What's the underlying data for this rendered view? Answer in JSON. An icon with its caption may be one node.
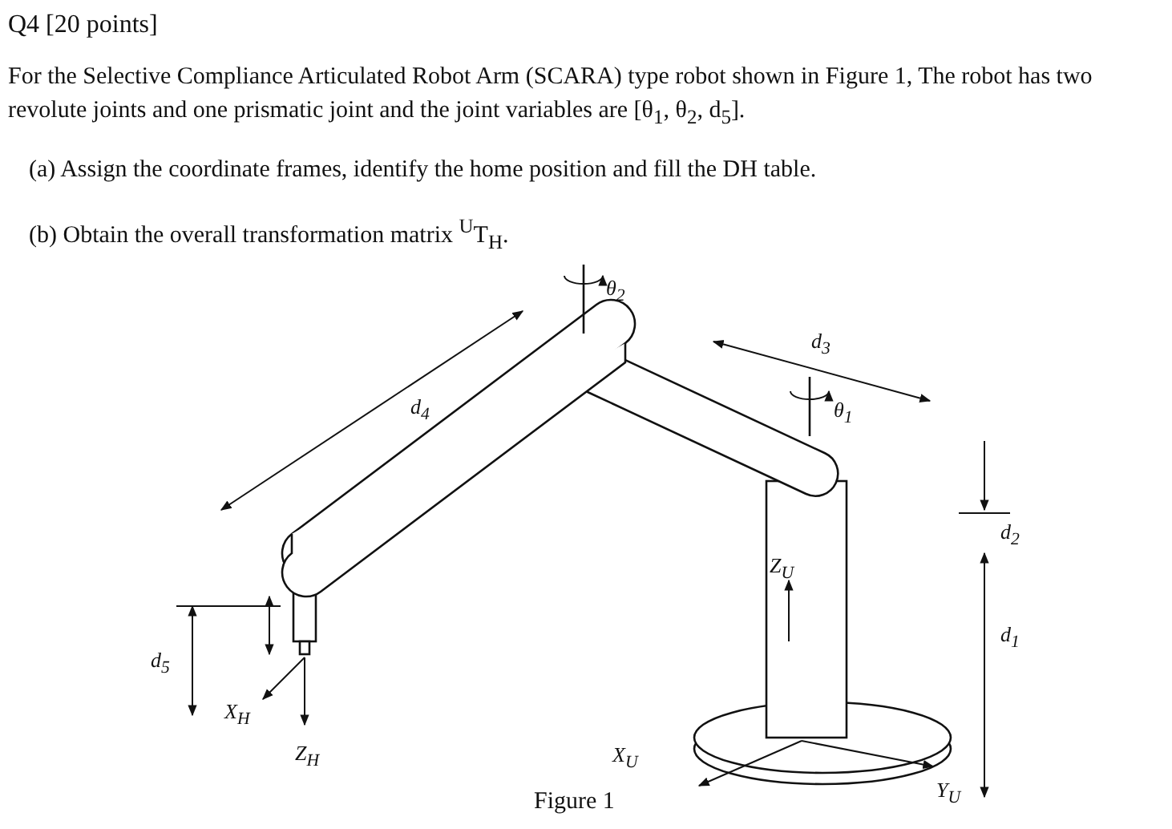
{
  "diagram": {
    "title": "Q4 [20 points]",
    "caption": "Figure 1",
    "labels": [
      "For the Selective Compliance Articulated Robot Arm (SCARA) type robot shown in Figure 1, The robot has two revolute joints and one prismatic joint and the joint variables are [θ$_{1}$, θ$_{2}$, d$_{5}$].",
      "(a) Assign the coordinate frames, identify the home position and fill the DH table.",
      "(b) Obtain the overall transformation matrix $^{U}$T$_{H}$.",
      "θ$_{2}$",
      "d$_{3}$",
      "d$_{4}$",
      "θ$_{1}$",
      "d$_{2}$",
      "Z$_{U}$",
      "d$_{1}$",
      "d$_{5}$",
      "X$_{H}$",
      "Z$_{H}$",
      "X$_{U}$",
      "Y$_{U}$"
    ]
  }
}
